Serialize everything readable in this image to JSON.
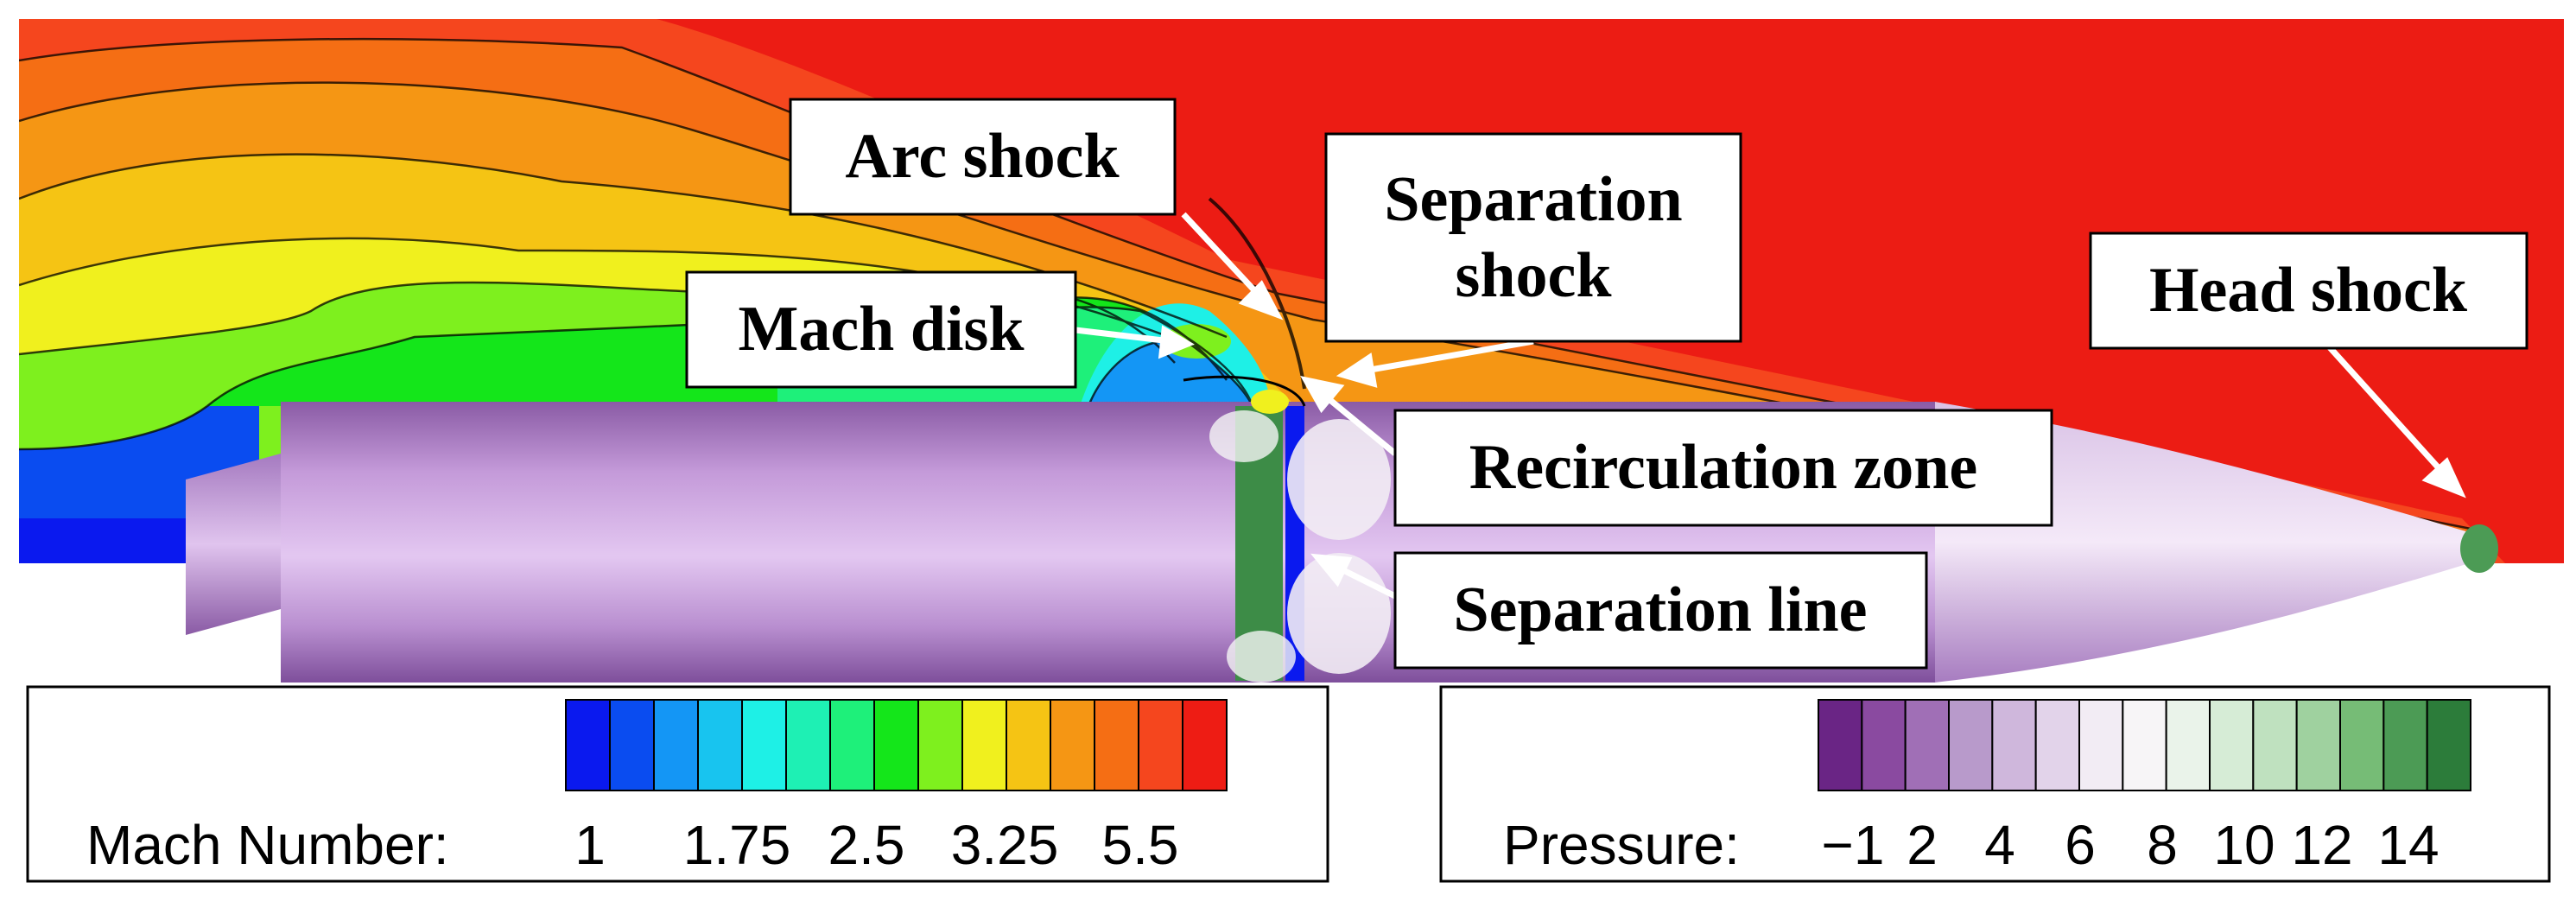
{
  "colors": {
    "freestream_red": "#ec1c14",
    "body_purple": "#b98fd0",
    "body_light": "#e8cdf3",
    "arrow": "#ffffff",
    "mach_scale": [
      "#0a19ef",
      "#0a4cf0",
      "#1496f5",
      "#18c4ef",
      "#1ef0e6",
      "#1ef0b4",
      "#1ef07a",
      "#14e61a",
      "#7ef01e",
      "#f0f01e",
      "#f5c414",
      "#f59614",
      "#f56e14",
      "#f5461e",
      "#ee1c14"
    ],
    "pressure_scale": [
      "#6a2585",
      "#8a4aa0",
      "#a06fb6",
      "#b89acb",
      "#cfb7dc",
      "#e2d3ea",
      "#f2ecf4",
      "#f7f5f7",
      "#eaf3ea",
      "#d6ecd6",
      "#bfe1bf",
      "#9fd19f",
      "#76bc76",
      "#4c9b55",
      "#2c7c3a"
    ]
  },
  "callouts": [
    {
      "id": "arc-shock",
      "label": "Arc shock"
    },
    {
      "id": "separation-shock",
      "label": "Separation\nshock"
    },
    {
      "id": "mach-disk",
      "label": "Mach disk"
    },
    {
      "id": "head-shock",
      "label": "Head shock"
    },
    {
      "id": "recirculation-zone",
      "label": "Recirculation zone"
    },
    {
      "id": "separation-line",
      "label": "Separation line"
    }
  ],
  "legends": {
    "mach": {
      "title": "Mach Number:",
      "ticks": [
        "1",
        "1.75",
        "2.5",
        "3.25",
        "5.5"
      ]
    },
    "pressure": {
      "title": "Pressure:",
      "ticks": [
        "−1",
        "2",
        "4",
        "6",
        "8",
        "10",
        "12",
        "14"
      ]
    }
  }
}
